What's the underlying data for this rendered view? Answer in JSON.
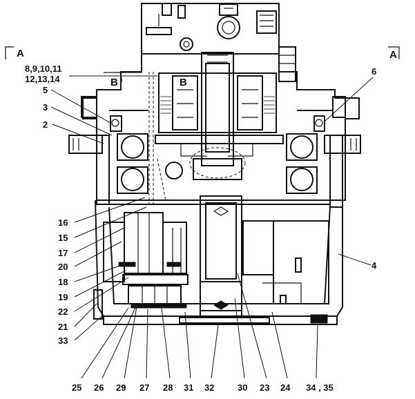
{
  "section_marks": {
    "a_left": "A",
    "a_right": "A",
    "b_left": "B",
    "b_center": "B"
  },
  "callouts": {
    "c_8_11": "8,9,10,11",
    "c_12_14": "12,13,14",
    "c5": "5",
    "c3": "3",
    "c2": "2",
    "c6": "6",
    "c4": "4",
    "c16": "16",
    "c15": "15",
    "c17": "17",
    "c20": "20",
    "c18": "18",
    "c19": "19",
    "c22": "22",
    "c21": "21",
    "c33": "33",
    "b25": "25",
    "b26": "26",
    "b29": "29",
    "b27": "27",
    "b28": "28",
    "b31": "31",
    "b32": "32",
    "b30": "30",
    "b23": "23",
    "b24": "24",
    "b34_35": "34 , 35"
  }
}
